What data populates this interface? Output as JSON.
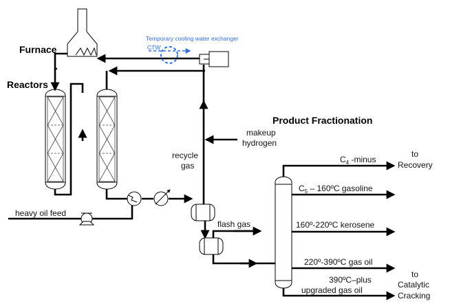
{
  "labels": {
    "furnace": "Furnace",
    "reactors": "Reactors",
    "product_fractionation": "Product Fractionation",
    "temp_exchanger": "Temporary cooling water exchanger",
    "ctw": "CTW",
    "makeup_1": "makeup",
    "makeup_2": "hydrogen",
    "recycle_1": "recycle",
    "recycle_2": "gas",
    "heavy_oil_feed": "heavy oil feed",
    "flash_gas": "flash gas",
    "to_recovery_1": "to",
    "to_recovery_2": "Recovery",
    "to_cracking_1": "to",
    "to_cracking_2": "Catalytic",
    "to_cracking_3": "Cracking"
  },
  "products": {
    "c4_prefix": "C",
    "c4_sub": "4",
    "c4_suffix": " -minus",
    "c5_prefix": "C",
    "c5_sub": "5",
    "c5_suffix": " – 160ºC gasoline",
    "kerosene": "160º-220ºC kerosene",
    "gas_oil": "220º-390ºC gas oil",
    "upgraded_1": "390ºC–plus",
    "upgraded_2": "upgraded gas oil"
  },
  "colors": {
    "line": "#000000",
    "temporary": "#2f6fd4"
  }
}
